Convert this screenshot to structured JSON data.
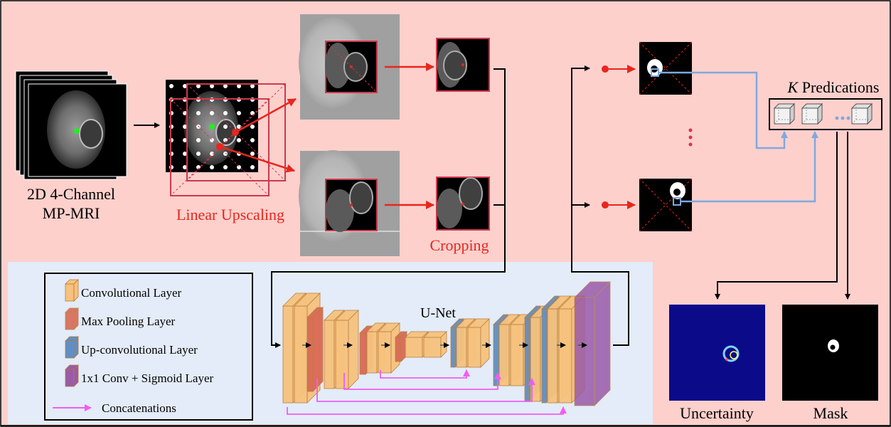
{
  "labels": {
    "input_line1": "2D 4-Channel",
    "input_line2": "MP-MRI",
    "upscaling": "Linear Upscaling",
    "cropping": "Cropping",
    "unet": "U-Net",
    "k_italic": "K",
    "predications": " Predications",
    "uncertainty": "Uncertainty",
    "mask": "Mask"
  },
  "legend": {
    "conv": "Convolutional Layer",
    "pool": "Max Pooling Layer",
    "upconv": "Up-convolutional Layer",
    "sigmoid": "1x1 Conv + Sigmoid Layer",
    "concat": "Concatenations"
  },
  "colors": {
    "pipeline_bg": "#fdd0cc",
    "unet_bg": "#e3ecf8",
    "accent_red": "#e8261d",
    "frame_red": "#d0384b",
    "conv_orange": "#f7c27d",
    "pool_red": "#d96a55",
    "upconv_blue": "#5f8fc4",
    "sigmoid_purple": "#9a5aa8",
    "concat_magenta": "#f25cf2",
    "pred_blue": "#7ea9e0",
    "uncertainty_bg": "#0b0b8a"
  }
}
